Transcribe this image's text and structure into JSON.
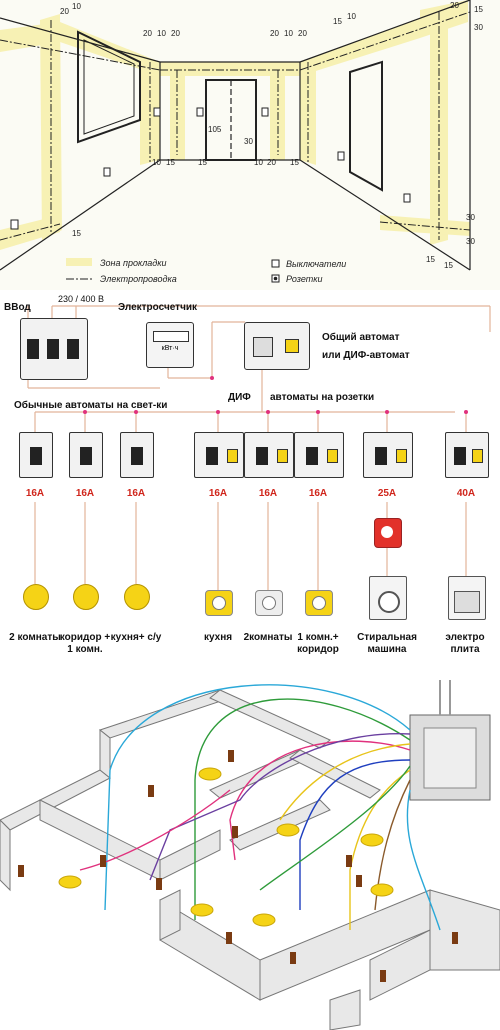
{
  "wall_diagram": {
    "dims": {
      "d20": "20",
      "d10": "10",
      "d15": "15",
      "d30": "30",
      "d105": "105"
    },
    "legend": {
      "zone": "Зона прокладки",
      "wiring": "Электропроводка",
      "switches": "Выключатели",
      "sockets": "Розетки"
    }
  },
  "panel_schematic": {
    "input_label": "ВВод",
    "voltage": "230 / 400 В",
    "meter_label": "Электросчетчик",
    "main_breaker_line1": "Общий автомат",
    "main_breaker_line2": "или ДИФ-автомат",
    "light_group_label": "Обычные автоматы на свет-ки",
    "dif_label": "ДИФ",
    "socket_group_label": "автоматы на розетки",
    "breakers": [
      {
        "rating": "16А",
        "load": "2 комнаты"
      },
      {
        "rating": "16А",
        "load": "коридор + 1 комн."
      },
      {
        "rating": "16А",
        "load": "кухня+ с/у"
      },
      {
        "rating": "16А",
        "load": "кухня"
      },
      {
        "rating": "16А",
        "load": "2комнаты"
      },
      {
        "rating": "16А",
        "load": "1 комн.+ коридор"
      },
      {
        "rating": "25А",
        "load": "Стиральная машина"
      },
      {
        "rating": "40А",
        "load": "электро плита"
      }
    ],
    "meter_display": "кВт·ч",
    "colors": {
      "rating": "#d0261c",
      "wire": "#e2b49a",
      "lamp": "#f5d316"
    }
  },
  "house_wiring": {
    "wire_colors": [
      "#2aa8d8",
      "#2e9b3a",
      "#e0317d",
      "#1f3fbf",
      "#e8c41a",
      "#8a5a2b",
      "#6a3fa0"
    ]
  }
}
